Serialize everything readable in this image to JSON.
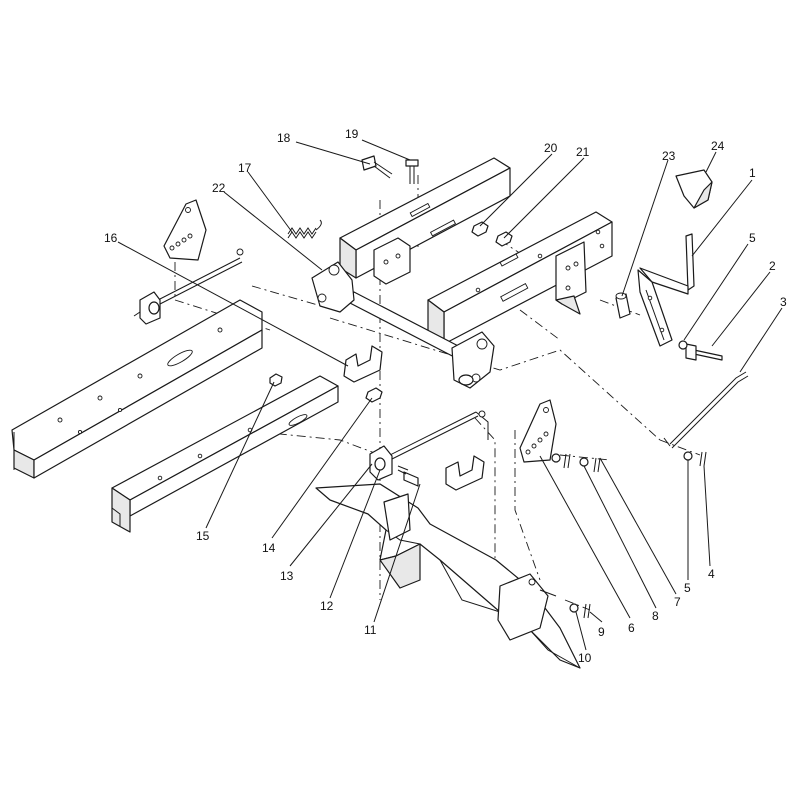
{
  "callouts": [
    {
      "id": "c1",
      "label": "1"
    },
    {
      "id": "c2",
      "label": "2"
    },
    {
      "id": "c3",
      "label": "3"
    },
    {
      "id": "c4",
      "label": "4"
    },
    {
      "id": "c5a",
      "label": "5"
    },
    {
      "id": "c5b",
      "label": "5"
    },
    {
      "id": "c6",
      "label": "6"
    },
    {
      "id": "c7",
      "label": "7"
    },
    {
      "id": "c8",
      "label": "8"
    },
    {
      "id": "c9",
      "label": "9"
    },
    {
      "id": "c10",
      "label": "10"
    },
    {
      "id": "c11",
      "label": "11"
    },
    {
      "id": "c12",
      "label": "12"
    },
    {
      "id": "c13",
      "label": "13"
    },
    {
      "id": "c14",
      "label": "14"
    },
    {
      "id": "c15",
      "label": "15"
    },
    {
      "id": "c16",
      "label": "16"
    },
    {
      "id": "c17",
      "label": "17"
    },
    {
      "id": "c18",
      "label": "18"
    },
    {
      "id": "c19",
      "label": "19"
    },
    {
      "id": "c20",
      "label": "20"
    },
    {
      "id": "c21",
      "label": "21"
    },
    {
      "id": "c22",
      "label": "22"
    },
    {
      "id": "c23",
      "label": "23"
    },
    {
      "id": "c24",
      "label": "24"
    }
  ],
  "colors": {
    "ink": "#1a1a1a",
    "paper": "#ffffff"
  }
}
